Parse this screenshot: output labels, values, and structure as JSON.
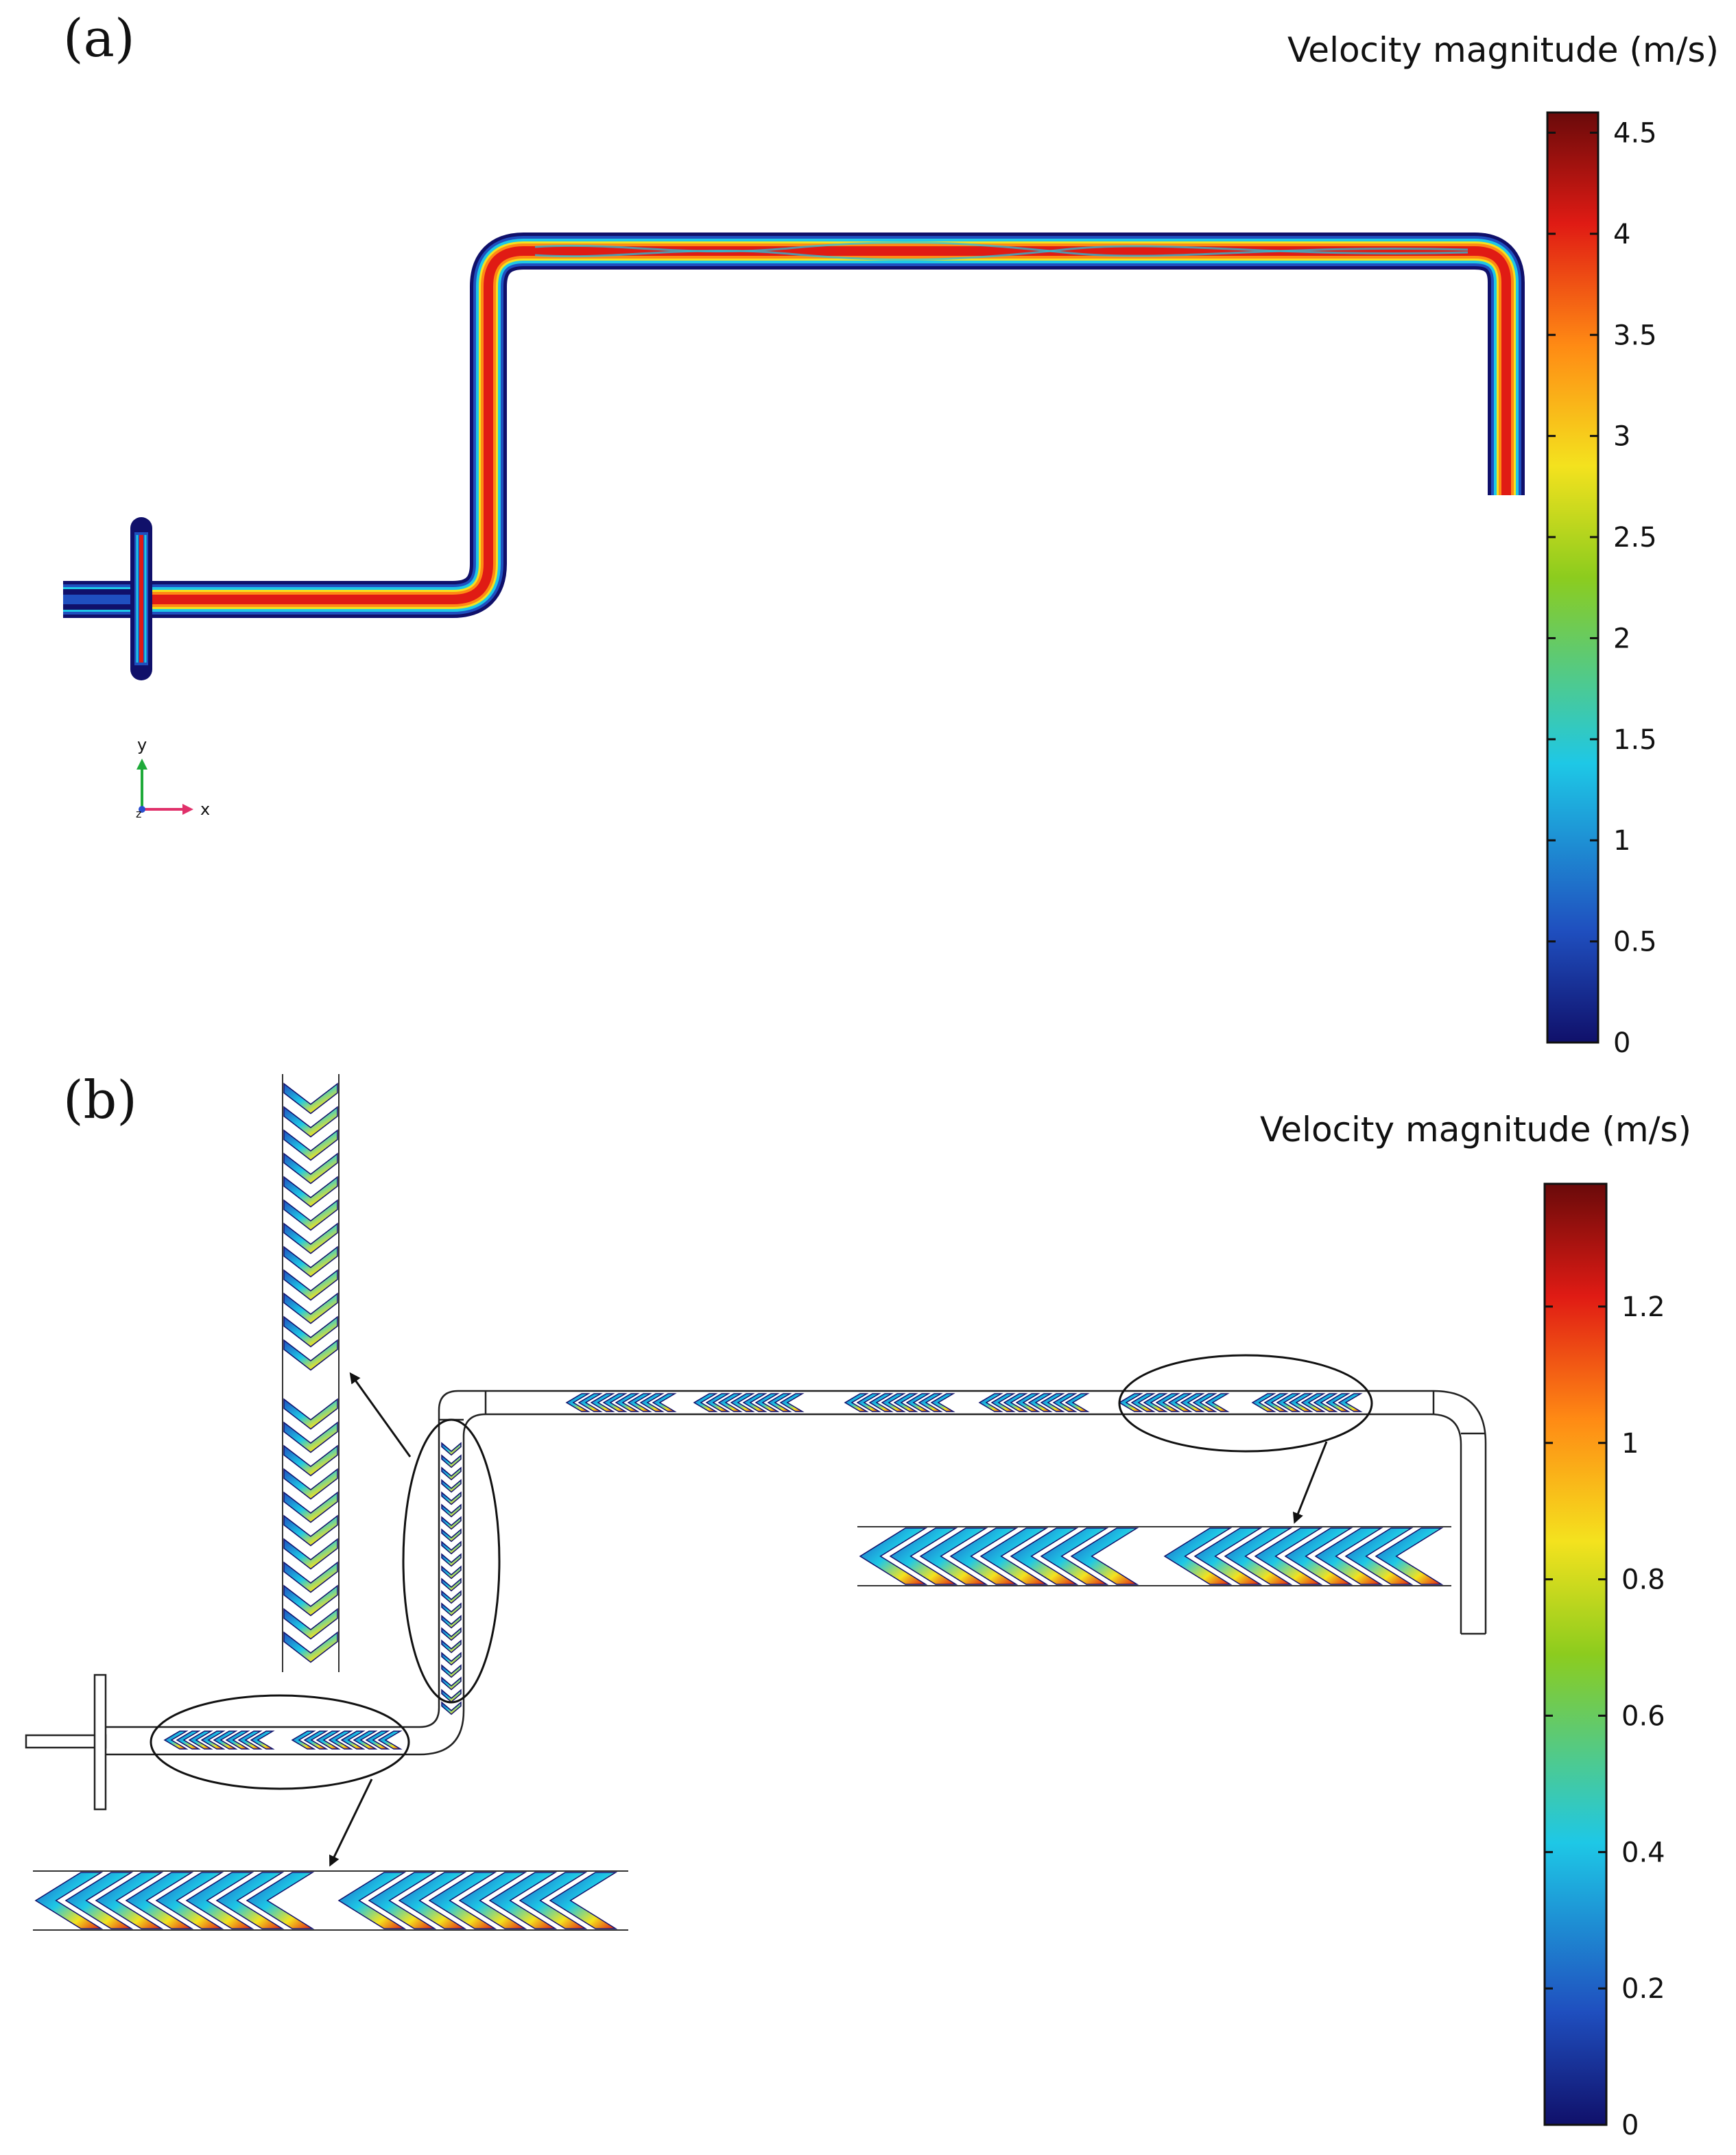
{
  "figure": {
    "panel_a": {
      "label": "(a)",
      "colorbar": {
        "title": "Velocity magnitude (m/s)",
        "min": 0,
        "max": 4.6,
        "ticks": [
          "4.5",
          "4",
          "3.5",
          "3",
          "2.5",
          "2",
          "1.5",
          "1",
          "0.5",
          "0"
        ],
        "tick_values": [
          4.5,
          4,
          3.5,
          3,
          2.5,
          2,
          1.5,
          1,
          0.5,
          0
        ],
        "colormap": "rainbow"
      },
      "axes_triad": {
        "y": "y",
        "x": "x",
        "z": "z"
      }
    },
    "panel_b": {
      "label": "(b)",
      "colorbar": {
        "title": "Velocity magnitude (m/s)",
        "min": 0,
        "max": 1.38,
        "ticks": [
          "1.2",
          "1",
          "0.8",
          "0.6",
          "0.4",
          "0.2",
          "0"
        ],
        "tick_values": [
          1.2,
          1,
          0.8,
          0.6,
          0.4,
          0.2,
          0
        ],
        "colormap": "rainbow"
      }
    },
    "colors": {
      "dark_blue": "#10106a",
      "blue": "#1f4fbf",
      "cyan": "#1ec8e6",
      "green": "#8ccc1e",
      "yellow": "#f4e21e",
      "orange": "#ff8a14",
      "red": "#e01b14",
      "dark_red": "#6a0a0a",
      "outline": "#222222",
      "axis_y": "#1faa3a",
      "axis_x": "#e0306a",
      "axis_z": "#2a4fcf"
    }
  }
}
